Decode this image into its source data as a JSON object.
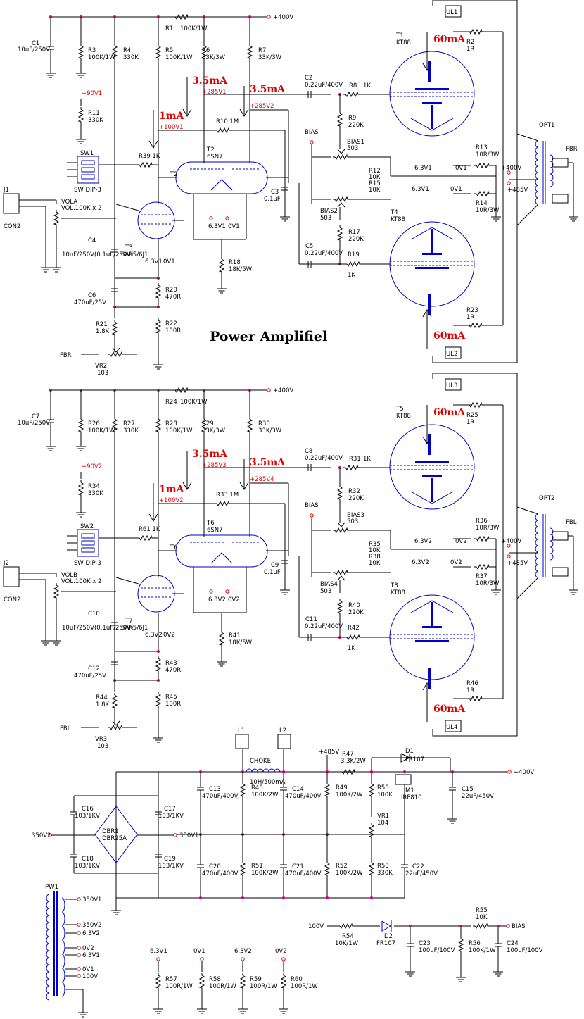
{
  "title": "Power Amplifiel",
  "supplies": {
    "b400": "+400V",
    "b485": "+485V",
    "v350_1": "350V1",
    "v350_2": "350V2",
    "v100": "100V",
    "bias": "BIAS",
    "fbr": "FBR",
    "fbl": "FBL"
  },
  "channels": [
    {
      "current_driver": "1mA",
      "current_stage": "3.5mA",
      "current_stage2": "3.5mA",
      "current_top": "60mA",
      "current_bot": "60mA",
      "input_jack": "J1",
      "input_conn": "CON2",
      "volume": "VOLA",
      "volume_value": "VOL.100K x 2",
      "switch": "SW1",
      "switch_type": "SW DIP-3",
      "c1": "C1",
      "c1_val": "10uF/250V",
      "r3": "R3",
      "r3_val": "100K/1W",
      "r4": "R4",
      "r4_val": "330K",
      "r1": "R1",
      "r1_val": "100K/1W",
      "r5": "R5",
      "r5_val": "100K/1W",
      "r6": "R6",
      "r6_val": "33K/3W",
      "r7": "R7",
      "r7_val": "33K/3W",
      "node90": "+90V1",
      "r11": "R11",
      "r11_val": "330K",
      "node285a": "+285V1",
      "node285b": "+285V2",
      "node100": "+100V1",
      "r10": "R10 1M",
      "r39": "R39 1K",
      "t2": "T2",
      "t2_type": "6SN7",
      "c3": "C3",
      "c3_val": "0.1uF",
      "t3": "T3",
      "t3_type": "6AK5/6J1",
      "c4": "C4",
      "c4_val": "10uF/250V(0.1uF/250V)",
      "heater": "6.3V1",
      "heater0": "0V1",
      "r18": "R18",
      "r18_val": "18K/5W",
      "r20": "R20",
      "r20_val": "470R",
      "c6": "C6",
      "c6_val": "470uF/25V",
      "r21": "R21",
      "r21_val": "1.8K",
      "r22": "R22",
      "r22_val": "100R",
      "vr": "VR2",
      "vr_val": "103",
      "fb": "FBR",
      "c2": "C2",
      "c2_val": "0.22uF/400V",
      "r8": "R8",
      "r8_val": "1K",
      "r9": "R9",
      "r9_val": "220K",
      "bias_a": "BIAS1",
      "bias_a_val": "503",
      "r12": "R12",
      "r12_val": "10K",
      "r15": "R15",
      "r15_val": "10K",
      "bias_b": "BIAS2",
      "bias_b_val": "503",
      "r17": "R17",
      "r17_val": "220K",
      "c5": "C5",
      "c5_val": "0.22uF/400V",
      "r19": "R19",
      "r19_val": "1K",
      "ul_top": "UL1",
      "ul_bot": "UL2",
      "t_top": "T1",
      "t_top_type": "KT88",
      "t_bot": "T4",
      "t_bot_type": "KT88",
      "r2": "R2",
      "r2_val": "1R",
      "r13": "R13",
      "r13_val": "10R/3W",
      "r14": "R14",
      "r14_val": "10R/3W",
      "r23": "R23",
      "r23_val": "1R",
      "opt": "OPT1"
    },
    {
      "current_driver": "1mA",
      "current_stage": "3.5mA",
      "current_stage2": "3.5mA",
      "current_top": "60mA",
      "current_bot": "60mA",
      "input_jack": "J2",
      "input_conn": "CON2",
      "volume": "VOLB",
      "volume_value": "VOL.100K x 2",
      "switch": "SW2",
      "switch_type": "SW DIP-3",
      "c1": "C7",
      "c1_val": "10uF/250V",
      "r3": "R26",
      "r3_val": "100K/1W",
      "r4": "R27",
      "r4_val": "330K",
      "r1": "R24",
      "r1_val": "100K/1W",
      "r5": "R28",
      "r5_val": "100K/1W",
      "r6": "R29",
      "r6_val": "33K/3W",
      "r7": "R30",
      "r7_val": "33K/3W",
      "node90": "+90V2",
      "r11": "R34",
      "r11_val": "330K",
      "node285a": "+285V3",
      "node285b": "+285V4",
      "node100": "+100V2",
      "r10": "R33 1M",
      "r39": "R61 1K",
      "t2": "T6",
      "t2_type": "6SN7",
      "c3": "C9",
      "c3_val": "0.1uF",
      "t3": "T7",
      "t3_type": "6AK5/6J1",
      "c4": "C10",
      "c4_val": "10uF/250V(0.1uF/250V)",
      "heater": "6.3V2",
      "heater0": "0V2",
      "r18": "R41",
      "r18_val": "18K/5W",
      "r20": "R43",
      "r20_val": "470R",
      "c6": "C12",
      "c6_val": "470uF/25V",
      "r21": "R44",
      "r21_val": "1.8K",
      "r22": "R45",
      "r22_val": "100R",
      "vr": "VR3",
      "vr_val": "103",
      "fb": "FBL",
      "c2": "C8",
      "c2_val": "0.22uF/400V",
      "r8": "R31",
      "r8_val": "1K",
      "r9": "R32",
      "r9_val": "220K",
      "bias_a": "BIAS3",
      "bias_a_val": "503",
      "r12": "R35",
      "r12_val": "10K",
      "r15": "R38",
      "r15_val": "10K",
      "bias_b": "BIAS4",
      "bias_b_val": "503",
      "r17": "R40",
      "r17_val": "220K",
      "c5": "C11",
      "c5_val": "0.22uF/400V",
      "r19": "R42",
      "r19_val": "1K",
      "ul_top": "UL3",
      "ul_bot": "UL4",
      "t_top": "T5",
      "t_top_type": "KT88",
      "t_bot": "T8",
      "t_bot_type": "KT88",
      "r2": "R25",
      "r2_val": "1R",
      "r13": "R36",
      "r13_val": "10R/3W",
      "r14": "R37",
      "r14_val": "10R/3W",
      "r23": "R46",
      "r23_val": "1R",
      "opt": "OPT2"
    }
  ],
  "psu": {
    "l1": "L1",
    "l2": "L2",
    "choke": "CHOKE",
    "choke_val": "10H/500mA",
    "r47": "R47",
    "r47_val": "3.3K/2W",
    "d1": "D1",
    "d1_val": "FR107",
    "m1": "M1",
    "m1_val": "IRF810",
    "c15": "C15",
    "c15_val": "22uF/450V",
    "c13": "C13",
    "c13_val": "470uF/400V",
    "r48": "R48",
    "r48_val": "100K/2W",
    "c14": "C14",
    "c14_val": "470uF/400V",
    "r49": "R49",
    "r49_val": "100K/2W",
    "r50": "R50",
    "r50_val": "100K",
    "vr1": "VR1",
    "vr1_val": "104",
    "c16": "C16",
    "c16_val": "103/1KV",
    "c17": "C17",
    "c17_val": "103/1KV",
    "c18": "C18",
    "c18_val": "103/1KV",
    "c19": "C19",
    "c19_val": "103/1KV",
    "dbr": "DBR1",
    "dbr_val": "DBR25A",
    "c20": "C20",
    "c20_val": "470uF/400V",
    "r51": "R51",
    "r51_val": "100K/2W",
    "c21": "C21",
    "c21_val": "470uF/400V",
    "r52": "R52",
    "r52_val": "100K/2W",
    "r53": "R53",
    "r53_val": "330K",
    "c22": "C22",
    "c22_val": "22uF/450V",
    "pw": "PW1",
    "pw_taps": [
      "350V1",
      "350V2",
      "6.3V2",
      "0V2",
      "6.3V1",
      "0V1",
      "100V"
    ],
    "r54": "R54",
    "r54_val": "10K/1W",
    "d2": "D2",
    "d2_val": "FR107",
    "r55": "R55",
    "r55_val": "10K",
    "c23": "C23",
    "c23_val": "100uF/100V",
    "r56": "R56",
    "r56_val": "100K/1W",
    "c24": "C24",
    "c24_val": "100uF/100V",
    "r57": "R57",
    "r57_val": "100R/1W",
    "r58": "R58",
    "r58_val": "100R/1W",
    "r59": "R59",
    "r59_val": "100R/1W",
    "r60": "R60",
    "r60_val": "100R/1W",
    "taps": [
      "6.3V1",
      "0V1",
      "6.3V2",
      "0V2"
    ]
  }
}
